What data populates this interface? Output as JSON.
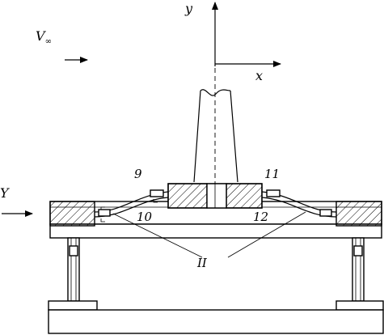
{
  "labels": {
    "y_axis": "y",
    "x_axis": "x",
    "velocity": "V",
    "velocity_sub": "∞",
    "force": "Y",
    "item_9": "9",
    "item_10": "10",
    "item_11": "11",
    "item_12": "12",
    "item_II": "II"
  }
}
